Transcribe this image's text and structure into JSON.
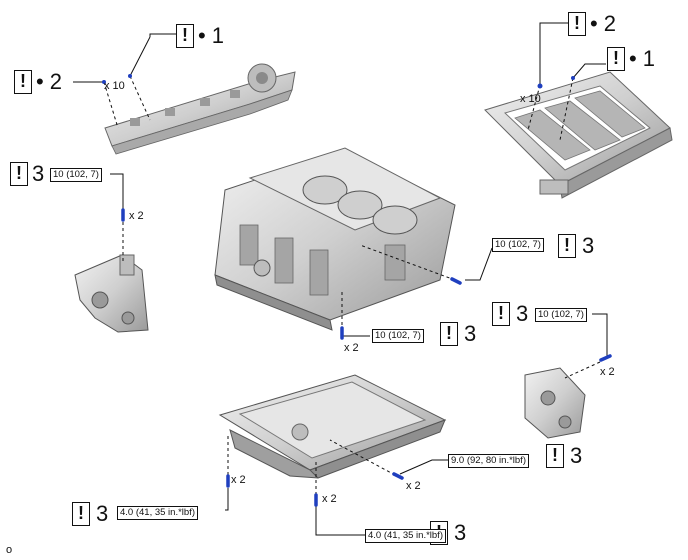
{
  "callouts": {
    "c1": {
      "mark": "!",
      "dot": "•",
      "num": "1"
    },
    "c2": {
      "mark": "!",
      "dot": "•",
      "num": "2"
    },
    "c3": {
      "mark": "!",
      "dot": "•",
      "num": "2"
    },
    "c4": {
      "mark": "!",
      "dot": "•",
      "num": "1"
    },
    "c5": {
      "mark": "!",
      "num": "3"
    },
    "c6": {
      "mark": "!",
      "num": "3"
    },
    "c7": {
      "mark": "!",
      "num": "3"
    },
    "c8": {
      "mark": "!",
      "num": "3"
    },
    "c9": {
      "mark": "!",
      "num": "3"
    },
    "c10": {
      "mark": "!",
      "num": "3"
    },
    "c11": {
      "mark": "!",
      "num": "3"
    }
  },
  "torques": {
    "t1": "10 (102, 7)",
    "t2": "10 (102, 7)",
    "t3": "10 (102, 7)",
    "t4": "10 (102, 7)",
    "t5": "9.0 (92, 80 in.*lbf)",
    "t6": "4.0 (41, 35 in.*lbf)",
    "t7": "4.0 (41, 35 in.*lbf)"
  },
  "quantities": {
    "q1": "x 10",
    "q2": "x 10",
    "q3": "x 2",
    "q4": "x 2",
    "q5": "x 2",
    "q6": "x 2",
    "q7": "x 2",
    "q8": "x 2"
  },
  "corner_label": "o",
  "colors": {
    "bolt": "#1f3fbf",
    "part": "#cfcfcf",
    "part_dark": "#9a9a9a",
    "line": "#111111"
  }
}
